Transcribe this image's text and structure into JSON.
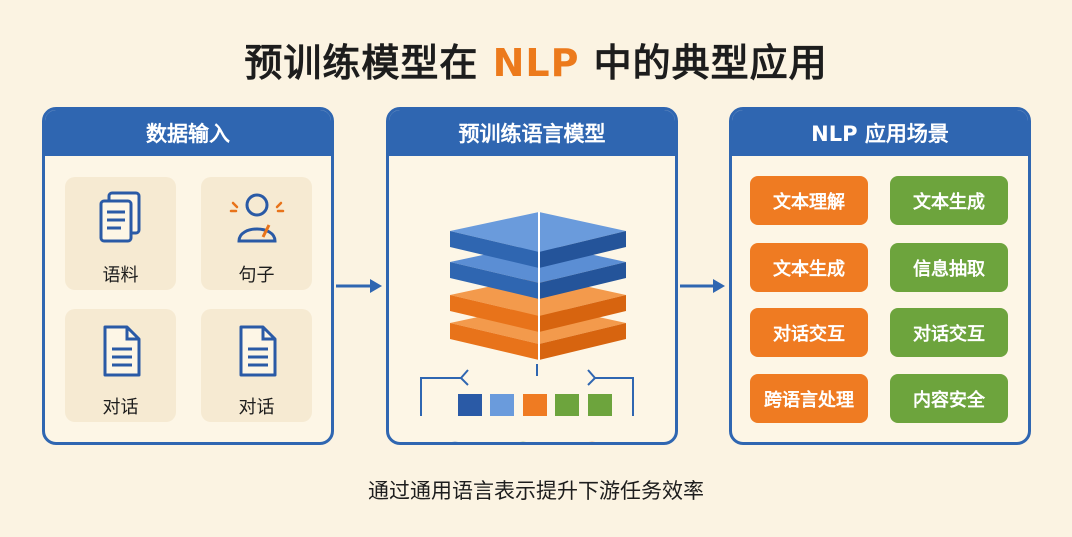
{
  "title": {
    "prefix": "预训练模型在 ",
    "accent": "NLP",
    "suffix": " 中的典型应用"
  },
  "colors": {
    "blue": "#2f66b1",
    "orange": "#ef7b22",
    "green": "#6da43d",
    "background": "#fbf3e2"
  },
  "input_panel": {
    "header": "数据输入",
    "tiles": [
      {
        "label": "语料",
        "icon": "documents-icon"
      },
      {
        "label": "句子",
        "icon": "person-speaking-icon"
      },
      {
        "label": "对话",
        "icon": "document-icon"
      },
      {
        "label": "对话",
        "icon": "document-icon"
      }
    ]
  },
  "model_panel": {
    "header": "预训练语言模型"
  },
  "apps_panel": {
    "header": "NLP 应用场景",
    "left": [
      "文本理解",
      "文本生成",
      "对话交互",
      "跨语言处理"
    ],
    "right": [
      "文本生成",
      "信息抽取",
      "对话交互",
      "内容安全"
    ]
  },
  "footer": "通过通用语言表示提升下游任务效率"
}
